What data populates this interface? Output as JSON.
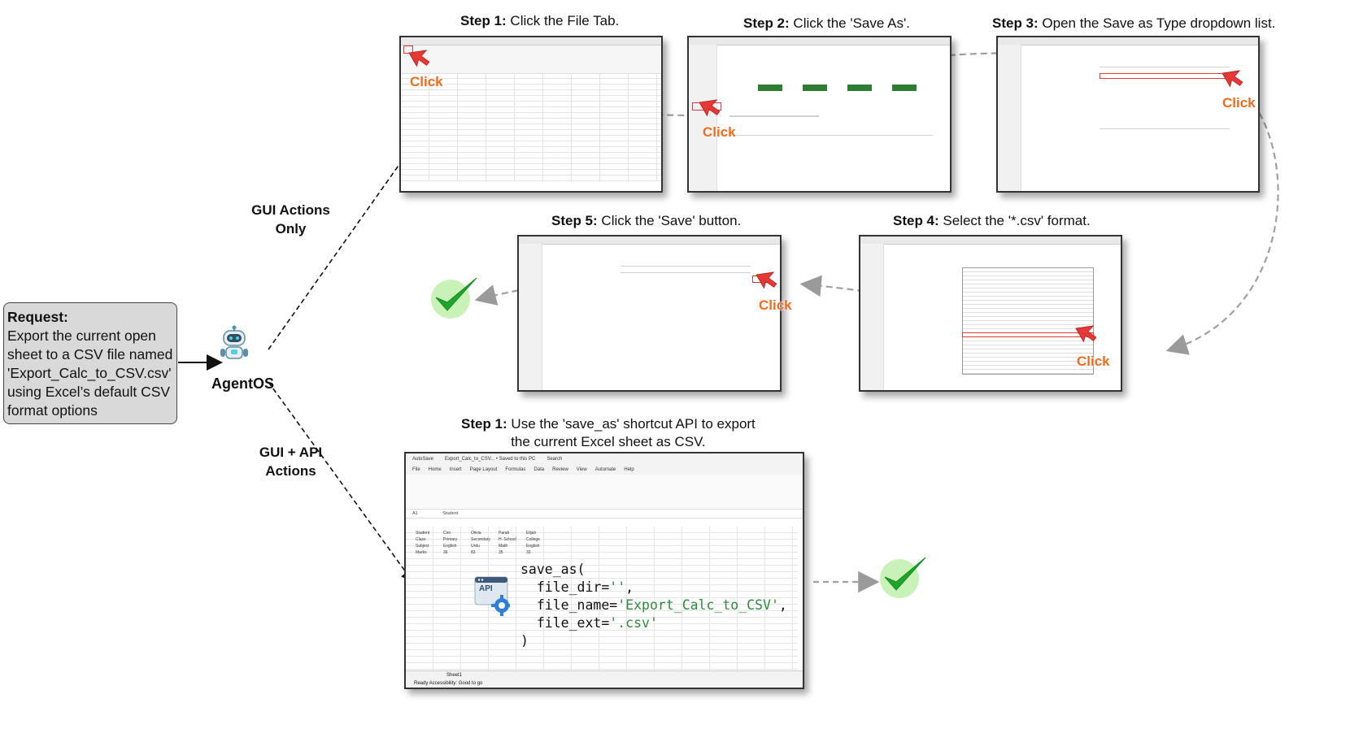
{
  "request": {
    "heading": "Request:",
    "lines": [
      "Export the current open",
      "sheet to a CSV file named",
      "'Export_Calc_to_CSV.csv'",
      "using Excel’s default CSV",
      "format options"
    ]
  },
  "agent": {
    "name": "AgentOS"
  },
  "paths": {
    "gui_only": [
      "GUI Actions",
      "Only"
    ],
    "gui_api": [
      "GUI + API",
      "Actions"
    ]
  },
  "gui_steps": [
    {
      "num": "Step 1:",
      "text": " Click the File Tab."
    },
    {
      "num": "Step 2:",
      "text": " Click the 'Save As'."
    },
    {
      "num": "Step 3:",
      "text": " Open the Save as Type dropdown list."
    },
    {
      "num": "Step 4:",
      "text": " Select the  '*.csv' format."
    },
    {
      "num": "Step 5:",
      "text": " Click the 'Save' button."
    }
  ],
  "click_label": "Click",
  "api_step": {
    "num": "Step 1:",
    "line1": " Use the 'save_as' shortcut API to export",
    "line2": "the current Excel sheet as CSV."
  },
  "code": {
    "line1": "save_as(",
    "arg1_key": "  file_dir=",
    "arg1_val": "''",
    "arg2_key": "  file_name=",
    "arg2_val": "'Export_Calc_to_CSV'",
    "arg3_key": "  file_ext=",
    "arg3_val": "'.csv'",
    "close": ")"
  },
  "api_badge": "API",
  "excel": {
    "title_items": [
      "AutoSave",
      "Export_Calc_to_CSV... • Saved to this PC",
      "Search"
    ],
    "menu": [
      "File",
      "Home",
      "Insert",
      "Page Layout",
      "Formulas",
      "Data",
      "Review",
      "View",
      "Automate",
      "Help"
    ],
    "cell_ref": "A1",
    "formula_value": "Student",
    "rows": [
      [
        "Student",
        "Ciro",
        "Olivia",
        "Parah",
        "Elijah"
      ],
      [
        "Class",
        "Primary",
        "Secondary",
        "H. School",
        "College"
      ],
      [
        "Subject",
        "English",
        "Urdu",
        "Math",
        "English"
      ],
      [
        "Marks",
        "36",
        "83",
        "35",
        "33"
      ]
    ],
    "sheet_tab": "Sheet1",
    "status": "Ready   Accessibility: Good to go"
  },
  "colors": {
    "check_green": "#1ea52a",
    "check_glow": "#c9f2b8",
    "click_orange": "#f26b1d",
    "arrow_red": "#e53935"
  }
}
